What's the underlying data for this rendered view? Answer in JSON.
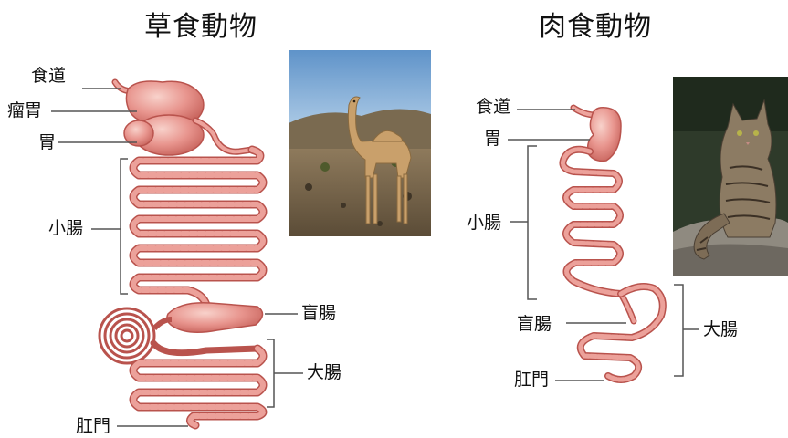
{
  "herbivore": {
    "title": "草食動物",
    "labels": {
      "esophagus": "食道",
      "rumen": "瘤胃",
      "stomach": "胃",
      "small_intestine": "小腸",
      "cecum": "盲腸",
      "large_intestine": "大腸",
      "anus": "肛門"
    },
    "photo_subject": "camel"
  },
  "carnivore": {
    "title": "肉食動物",
    "labels": {
      "esophagus": "食道",
      "stomach": "胃",
      "small_intestine": "小腸",
      "cecum": "盲腸",
      "large_intestine": "大腸",
      "anus": "肛門"
    },
    "photo_subject": "wild cat"
  },
  "colors": {
    "organ_fill": "#e7958f",
    "organ_stroke": "#b9534d",
    "organ_highlight": "#f6c9c3",
    "leader_line": "#555555"
  }
}
